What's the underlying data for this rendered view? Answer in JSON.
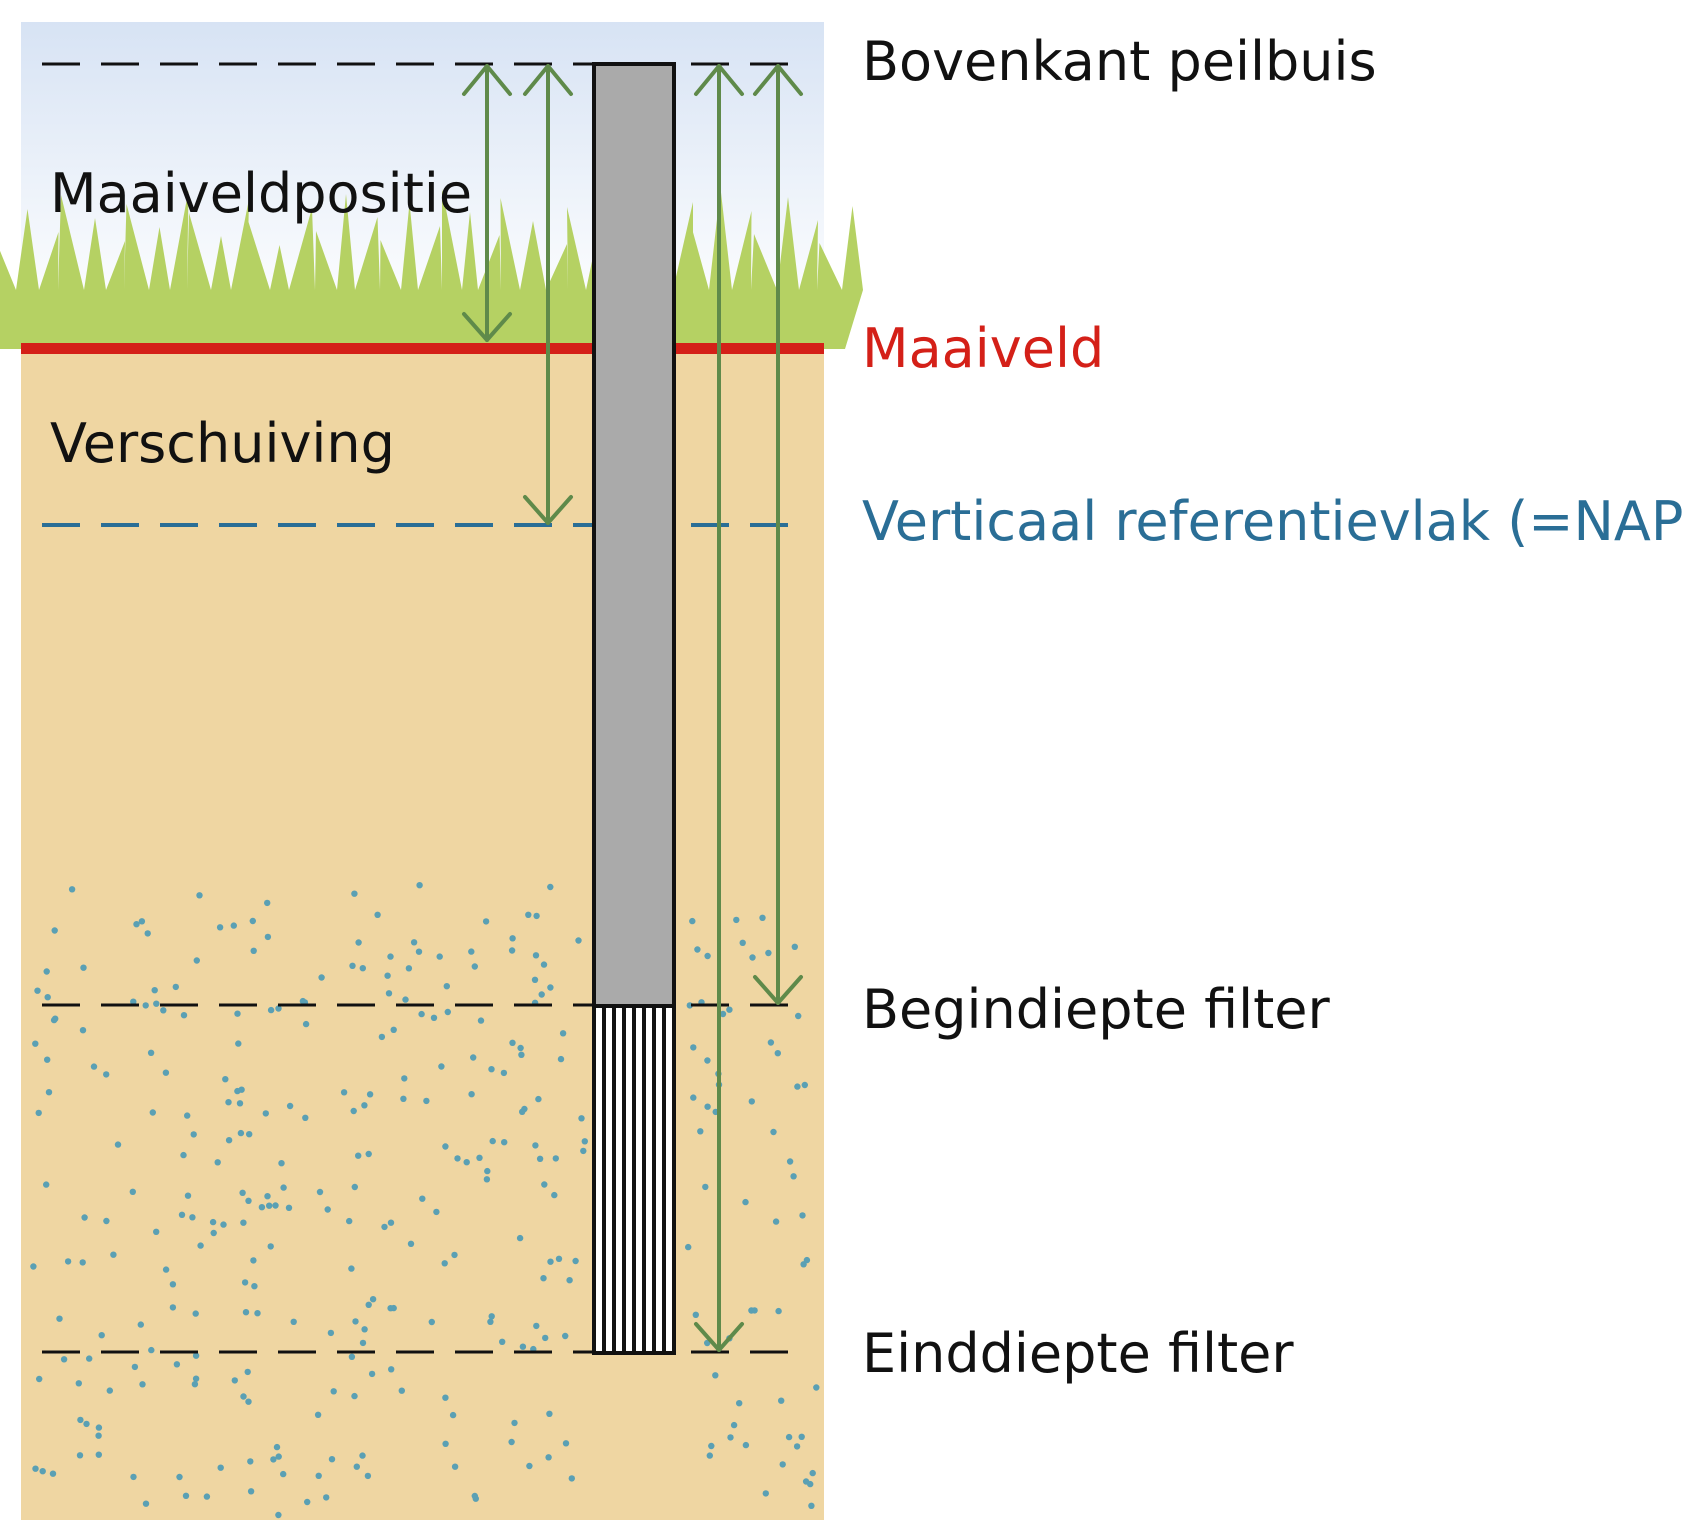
{
  "labels": {
    "top_of_tube": "Bovenkant peilbuis",
    "ground_level": "Maaiveld",
    "reference_plane": "Verticaal referentievlak (=NAP)",
    "filter_start": "Begindiepte filter",
    "filter_end": "Einddiepte filter",
    "ground_position": "Maaiveldpositie",
    "offset": "Verschuiving"
  },
  "colors": {
    "sky_top": "#d7e3f4",
    "sky_bottom": "#ffffff",
    "soil": "#efd6a2",
    "grass": "#b5d163",
    "ground_line": "#d42018",
    "reference_line": "#2a6e96",
    "arrow": "#5f8a4a",
    "tube_fill": "#aaaaaa",
    "tube_stroke": "#111111",
    "dots": "#5aa0b4",
    "text": "#111111"
  }
}
